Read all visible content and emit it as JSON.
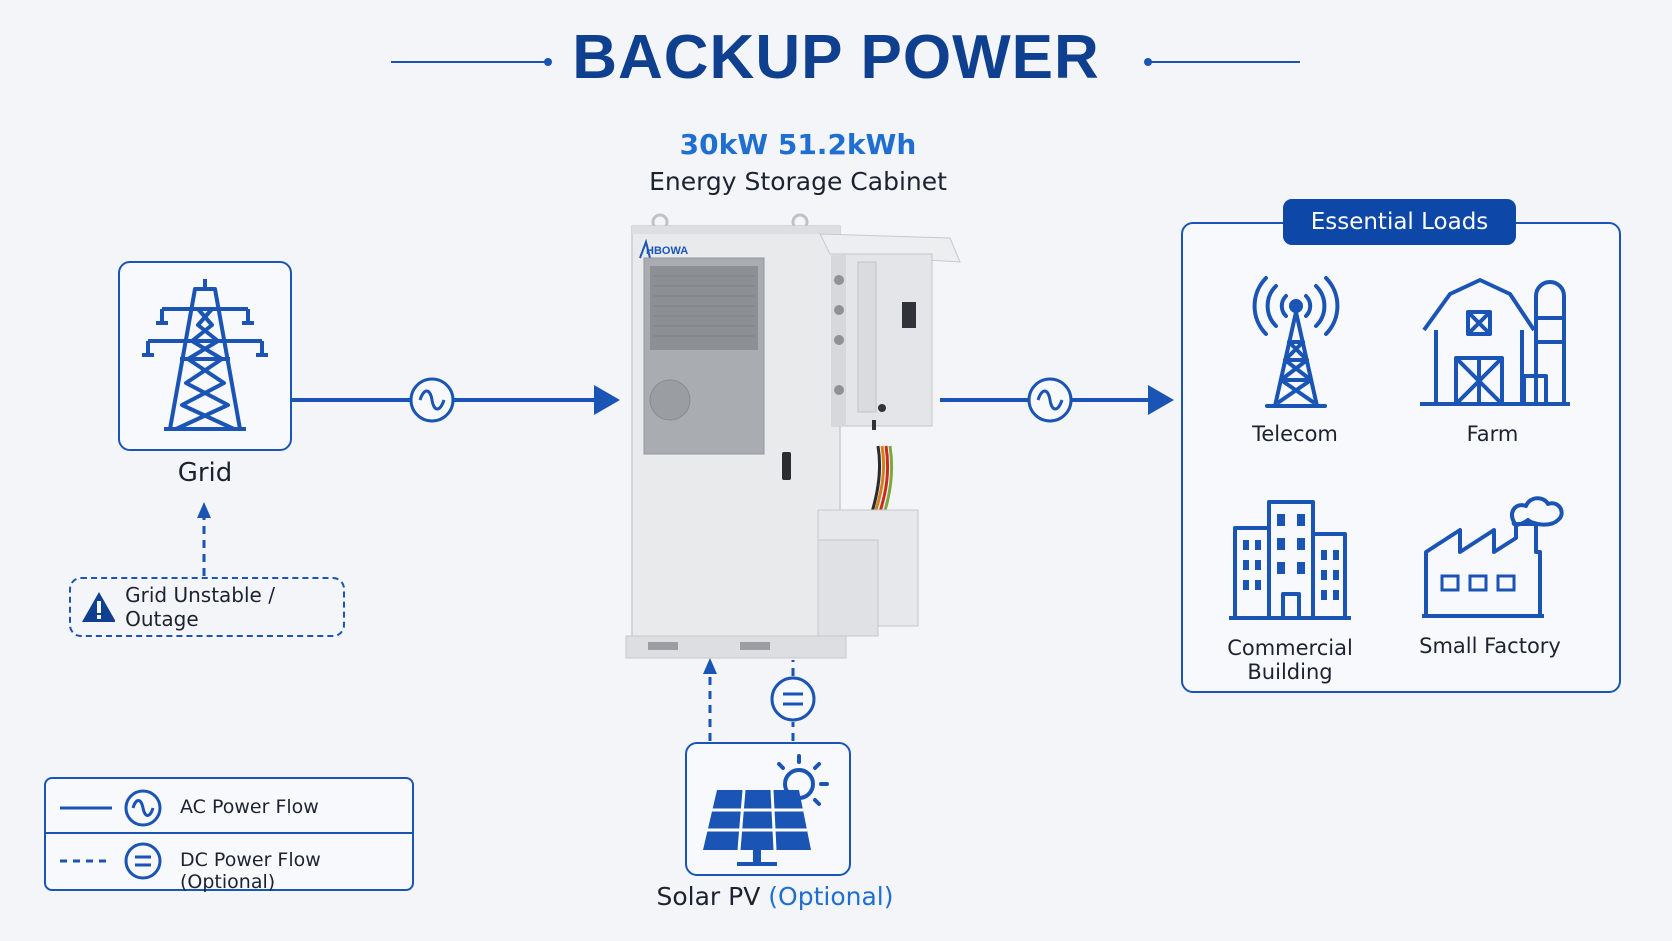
{
  "title": "BACKUP POWER",
  "product": {
    "spec": "30kW 51.2kWh",
    "name": "Energy Storage Cabinet",
    "brand": "HBOWA"
  },
  "grid": {
    "label": "Grid",
    "icon": "transmission-tower-icon",
    "outage": {
      "label": "Grid Unstable / Outage",
      "icon": "warning-icon"
    }
  },
  "loads": {
    "header": "Essential Loads",
    "items": [
      {
        "label": "Telecom",
        "icon": "telecom-tower-icon"
      },
      {
        "label": "Farm",
        "icon": "barn-icon"
      },
      {
        "label": "Commercial Building",
        "icon": "office-building-icon"
      },
      {
        "label": "Small Factory",
        "icon": "factory-icon"
      }
    ]
  },
  "solar": {
    "label": "Solar PV",
    "optional": "(Optional)",
    "icon": "solar-panel-icon"
  },
  "legend": {
    "ac": {
      "label": "AC Power Flow",
      "icon": "ac-sine-icon"
    },
    "dc": {
      "label": "DC Power Flow (Optional)",
      "icon": "dc-equals-icon"
    }
  },
  "colors": {
    "primary": "#1a55b5",
    "title": "#0f3f8f",
    "accent": "#1f6fd1",
    "header_bg": "#0d47a8"
  }
}
